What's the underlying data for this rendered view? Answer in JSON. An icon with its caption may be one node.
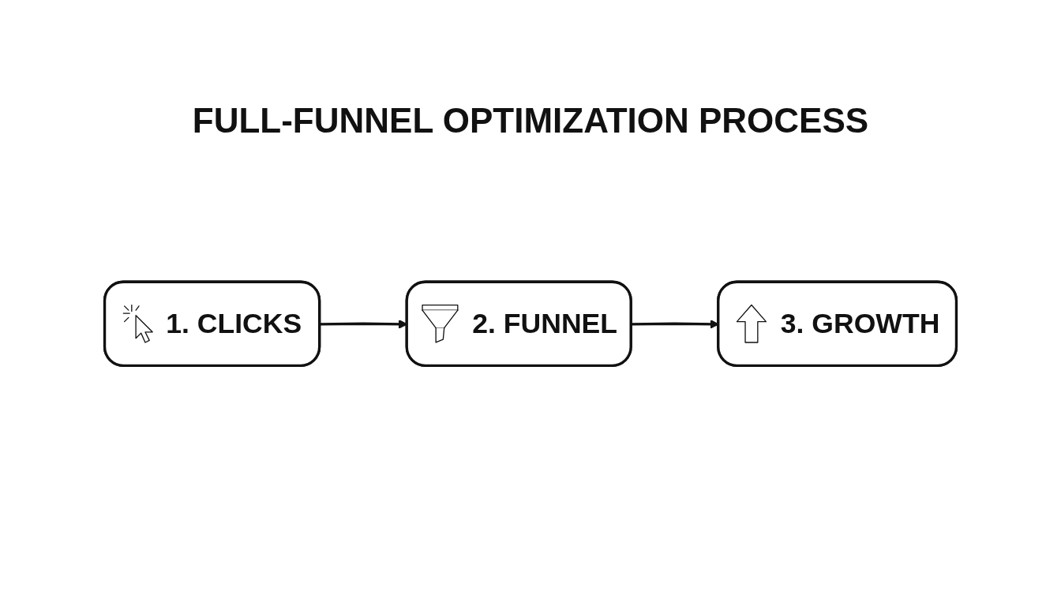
{
  "diagram": {
    "title": "FULL-FUNNEL OPTIMIZATION PROCESS",
    "nodes": [
      {
        "text": [
          "1. CLICKS"
        ]
      },
      {
        "text": [
          "2. FUNNEL"
        ]
      },
      {
        "text": [
          "3. GROWTH"
        ]
      }
    ],
    "edges": [
      {
        "from": 0,
        "to": 1,
        "arrow": "to"
      },
      {
        "from": 1,
        "to": 2,
        "arrow": "to"
      }
    ]
  }
}
